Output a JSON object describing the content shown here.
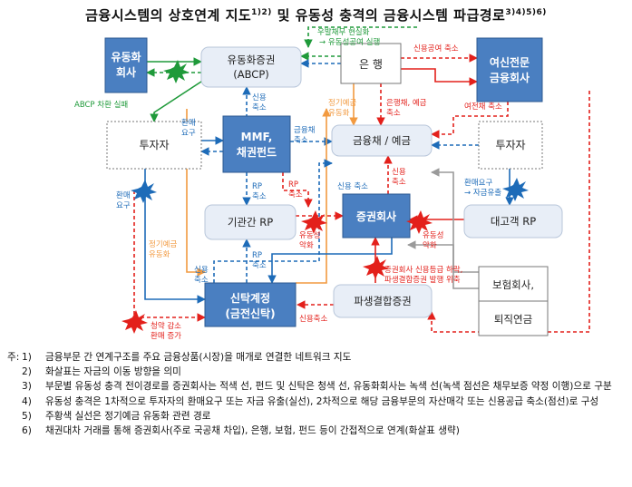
{
  "title": "금융시스템의 상호연계 지도",
  "title_sup": "1)2)",
  "title_mid": " 및 유동성 충격의 금융시스템 파급경로",
  "title_sup2": "3)4)5)6)",
  "nodes": {
    "yudonghwa": [
      "유동화",
      "회사"
    ],
    "abcp": [
      "유동화증권",
      "(ABCP)"
    ],
    "bank": "은  행",
    "yeosin": [
      "여신전문",
      "금융회사"
    ],
    "investor_left": "투자자",
    "mmf": [
      "MMF,",
      "채권펀드"
    ],
    "deposit": "금융채 / 예금",
    "investor_right": "투자자",
    "interbank_rp": "기관간 RP",
    "securities": "증권회사",
    "customer_rp": "대고객 RP",
    "trust": [
      "신탁계정",
      "(금전신탁)"
    ],
    "derivatives": "파생결합증권",
    "insurance": "보험회사,",
    "pension": "퇴직연금"
  },
  "labels": {
    "abcp_fail": "ABCP 차환 실패",
    "contingent": "우발채무 현실화",
    "contingent2": "→ 유동성공여 실행",
    "credit_line": "신용공여 축소",
    "redemption_left": [
      "환매",
      "요구"
    ],
    "redemption_left2": [
      "환매",
      "요구"
    ],
    "credit_cut_a": [
      "신용",
      "축소"
    ],
    "fin_bond": [
      "금융채",
      "축소"
    ],
    "time_deposit_a": [
      "정기예금",
      "유동화"
    ],
    "bank_bond": [
      "은행채, 예금",
      "축소"
    ],
    "yeojeon": "여전채 축소",
    "rp_cut_a": [
      "RP",
      "축소"
    ],
    "rp_cut_b": [
      "RP",
      "축소"
    ],
    "rp_cut_c": [
      "RP",
      "축소"
    ],
    "credit_cut_b": "신용 축소",
    "credit_cut_c": [
      "신용",
      "축소"
    ],
    "liquidity_a": [
      "유동성",
      "악화"
    ],
    "liquidity_b": [
      "유동성",
      "악화"
    ],
    "redemption_right": [
      "환매요구",
      "→ 자금유출"
    ],
    "time_deposit_b": [
      "정기예금",
      "유동화"
    ],
    "credit_cut_d": [
      "신용",
      "축소"
    ],
    "rating": [
      "증권회사 신용등급 하락,",
      "파생결합증권 발행 위축"
    ],
    "credit_cut_e": "신용축소",
    "trust_out": [
      "청약 감소",
      "환매 증가"
    ]
  },
  "colors": {
    "fill": "#4a7fc1",
    "green": "#1f9a3a",
    "red": "#e3201b",
    "blue": "#1d6bb8",
    "orange": "#f29a40",
    "gray": "#9a9a9a"
  },
  "notes_lead": "주:",
  "notes": [
    {
      "num": "1)",
      "text": "금융부문 간 연계구조를 주요 금융상품(시장)을 매개로 연결한 네트워크 지도"
    },
    {
      "num": "2)",
      "text": "화살표는 자금의 이동 방향을 의미"
    },
    {
      "num": "3)",
      "text": "부문별 유동성 충격 전이경로를 증권회사는 적색 선, 펀드 및 신탁은 청색 선, 유동화회사는 녹색 선(녹색 점선은 채무보증 약정 이행)으로 구분"
    },
    {
      "num": "4)",
      "text": "유동성 충격은 1차적으로 투자자의 환매요구 또는 자금 유출(실선), 2차적으로 해당 금융부문의 자산매각 또는 신용공급 축소(점선)로 구성"
    },
    {
      "num": "5)",
      "text": "주황색 실선은 정기예금 유동화 관련 경로"
    },
    {
      "num": "6)",
      "text": "채권대차 거래를 통해 증권회사(주로 국공채 차입), 은행, 보험, 펀드 등이 간접적으로 연계(화살표 생략)"
    }
  ]
}
